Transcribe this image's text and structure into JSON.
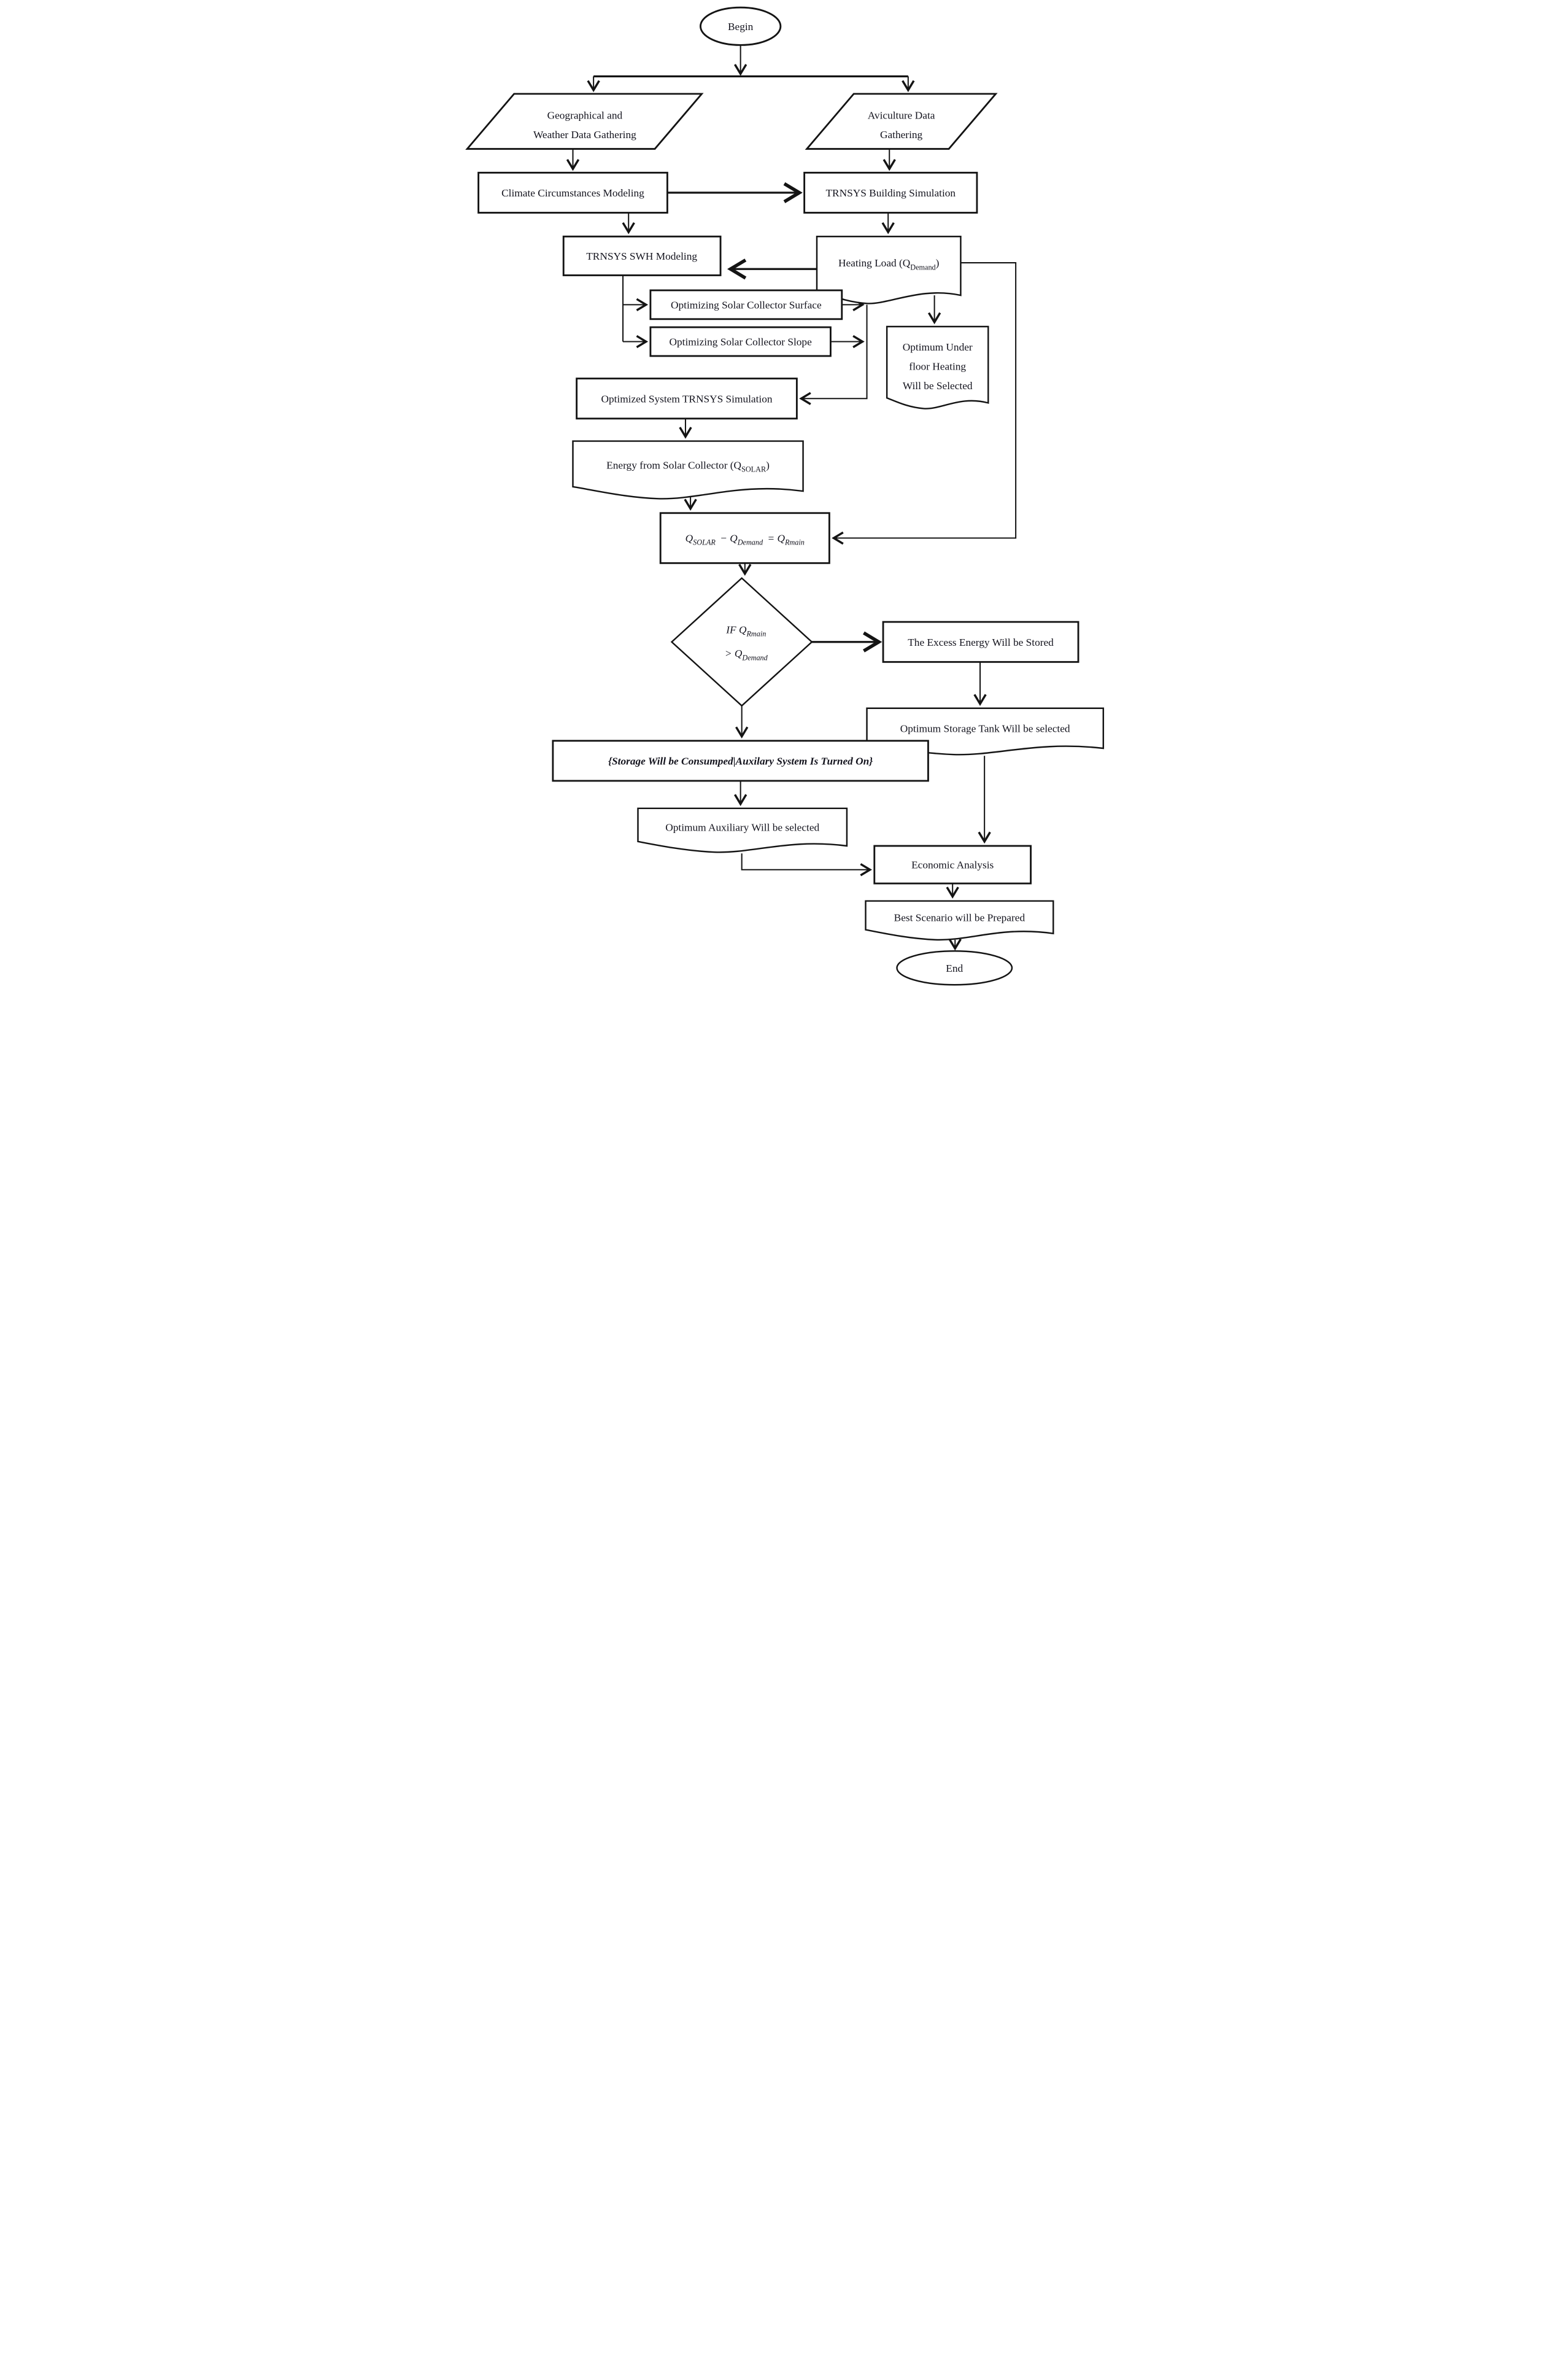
{
  "colors": {
    "ink": "#14141e",
    "line": "#141414",
    "background": "#ffffff"
  },
  "nodes": {
    "begin": {
      "label": "Begin"
    },
    "geo_weather": {
      "line1": "Geographical and",
      "line2": "Weather Data Gathering"
    },
    "aviculture": {
      "line1": "Aviculture Data",
      "line2": "Gathering"
    },
    "climate": {
      "label": "Climate Circumstances Modeling"
    },
    "building_sim": {
      "label": "TRNSYS Building Simulation"
    },
    "swh": {
      "label": "TRNSYS SWH Modeling"
    },
    "heating_load": {
      "pre": "Heating Load (Q",
      "sub": "Demand",
      "post": ")"
    },
    "opt_surface": {
      "label": "Optimizing Solar Collector Surface"
    },
    "opt_slope": {
      "label": "Optimizing Solar Collector Slope"
    },
    "underfloor": {
      "line1": "Optimum Under",
      "line2": "floor Heating",
      "line3": "Will be Selected"
    },
    "optimized_sim": {
      "label": "Optimized System TRNSYS Simulation"
    },
    "energy_solar": {
      "pre": "Energy from Solar Collector (Q",
      "sub": "SOLAR",
      "post": ")"
    },
    "formula": {
      "q1": "Q",
      "s1": "SOLAR",
      "q2": " − Q",
      "s2": "Demand",
      "q3": " = Q",
      "s3": "Rmain"
    },
    "decision": {
      "l1": "IF Q",
      "l1sub": "Rmain",
      "l2": "> Q",
      "l2sub": "Demand"
    },
    "excess": {
      "label": "The Excess Energy Will be Stored"
    },
    "storage_tank": {
      "label": "Optimum Storage Tank Will be selected"
    },
    "consume_aux": {
      "label": "{Storage Will be Consumped|Auxilary System Is Turned On}"
    },
    "aux_select": {
      "label": "Optimum Auxiliary Will be selected"
    },
    "economic": {
      "label": "Economic Analysis"
    },
    "best_scenario": {
      "label": "Best Scenario will be Prepared"
    },
    "end": {
      "label": "End"
    }
  }
}
